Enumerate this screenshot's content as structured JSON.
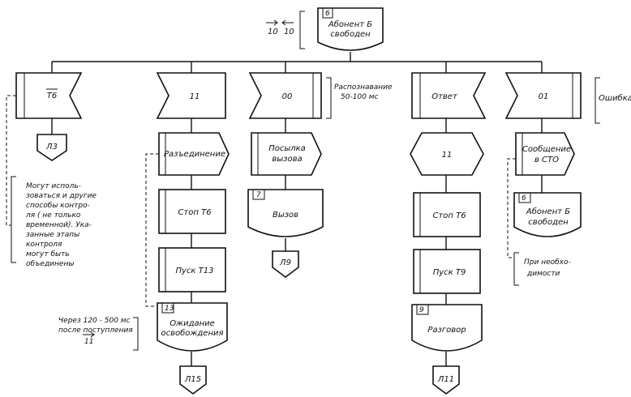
{
  "start": {
    "number": "6",
    "line1": "Абонент Б",
    "line2": "свободен",
    "signal_a": "10",
    "signal_b": "10"
  },
  "columns": {
    "c1": {
      "state": "Т6",
      "connector": "Л3",
      "note": [
        "Могут исполь-",
        "зоваться и другие",
        "способы контро-",
        "ля ( не только",
        "временной). Ука-",
        "занные этапы",
        "контроля",
        "могут быть",
        "объединены"
      ]
    },
    "c2": {
      "state": "11",
      "step1": "Разъединение",
      "step2": "Стоп Т6",
      "step3": "Пуск Т13",
      "wait_number": "13",
      "wait_line1": "Ожидание",
      "wait_line2": "освобождения",
      "connector": "Л15",
      "note_line1": "Через  120 - 500 мс",
      "note_line2": "после поступления",
      "note_line3": "11"
    },
    "c3": {
      "state": "00",
      "step1_line1": "Посылка",
      "step1_line2": "вызова",
      "call_number": "7",
      "call_label": "Вызов",
      "connector": "Л9",
      "note_line1": "Распознавание",
      "note_line2": "50-100 мс"
    },
    "c4": {
      "state": "Ответ",
      "send": "11",
      "step1": "Стоп Т6",
      "step2": "Пуск Т9",
      "talk_number": "9",
      "talk_label": "Разговор",
      "connector": "Л11"
    },
    "c5": {
      "state": "01",
      "step1_line1": "Сообщение",
      "step1_line2": "в СТО",
      "free_number": "6",
      "free_line1": "Абонент Б",
      "free_line2": "свободен",
      "note_error": "Ошибка",
      "note_line1": "При необхо-",
      "note_line2": "димости"
    }
  }
}
